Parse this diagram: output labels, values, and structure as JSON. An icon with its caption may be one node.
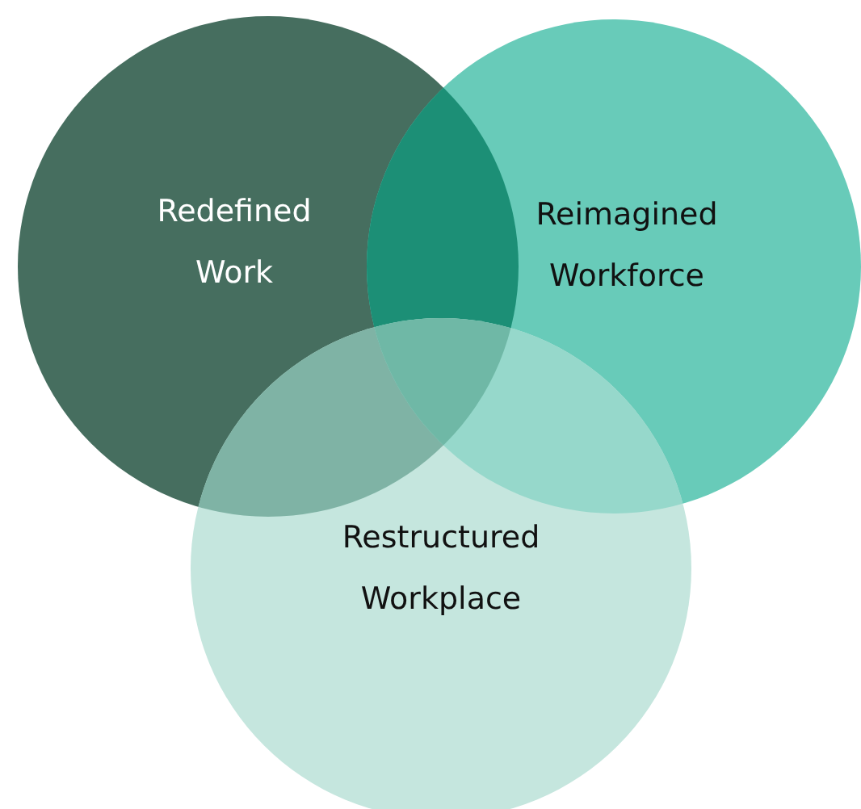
{
  "diagram": {
    "nodes": [
      {
        "text": [
          "Redefined Work"
        ]
      },
      {
        "text": [
          "Reimagined Workforce"
        ]
      },
      {
        "text": [
          "Restructured Workplace"
        ]
      }
    ]
  }
}
